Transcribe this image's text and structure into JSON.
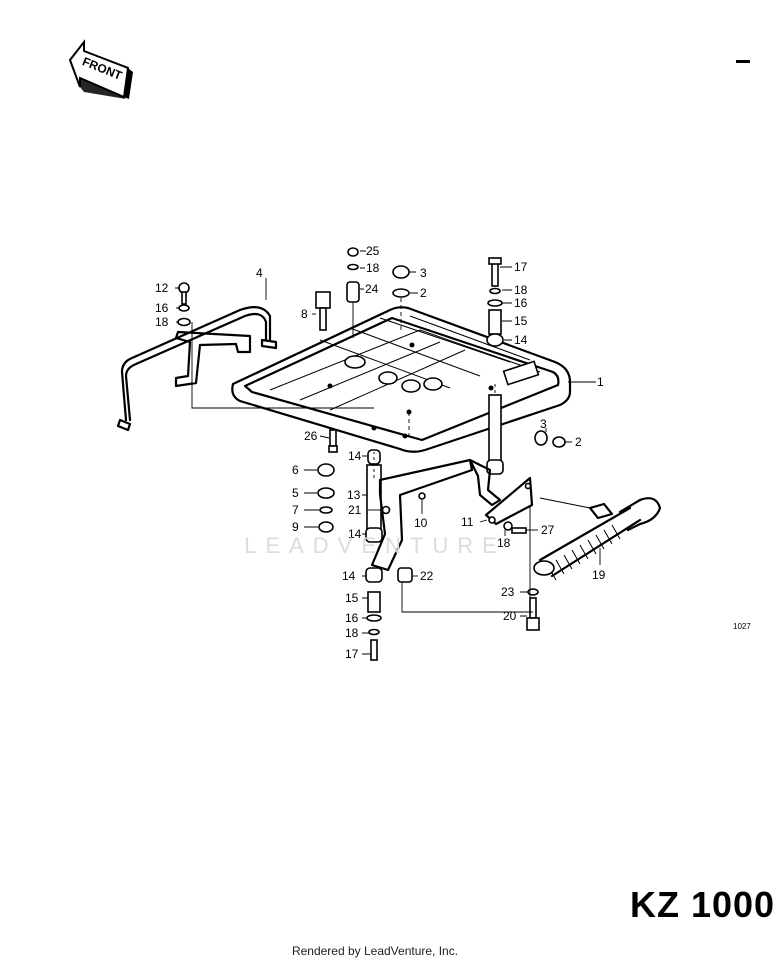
{
  "front_arrow": {
    "label": "FRONT"
  },
  "model": "KZ 1000",
  "footer": "Rendered by LeadVenture, Inc.",
  "watermark": "LEADVENTURE",
  "ref_code": "1027",
  "callouts": {
    "c1": "1",
    "c2a": "2",
    "c2b": "2",
    "c3a": "3",
    "c3b": "3",
    "c4": "4",
    "c5": "5",
    "c6": "6",
    "c7": "7",
    "c8": "8",
    "c9": "9",
    "c10": "10",
    "c11": "11",
    "c12": "12",
    "c13": "13",
    "c14a": "14",
    "c14b": "14",
    "c14c": "14",
    "c14d": "14",
    "c15a": "15",
    "c15b": "15",
    "c16a": "16",
    "c16b": "16",
    "c16c": "16",
    "c17a": "17",
    "c17b": "17",
    "c18a": "18",
    "c18b": "18",
    "c18c": "18",
    "c18d": "18",
    "c18e": "18",
    "c19": "19",
    "c20": "20",
    "c21": "21",
    "c22": "22",
    "c23": "23",
    "c24": "24",
    "c25": "25",
    "c26": "26",
    "c27": "27"
  }
}
